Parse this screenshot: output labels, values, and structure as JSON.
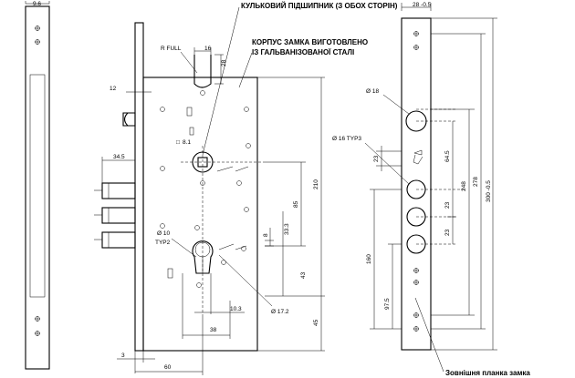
{
  "callouts": {
    "bearing": "КУЛЬКОВИЙ ПІДШИПНИК (З ОБОХ СТОРІН)",
    "housing_line1": "КОРПУС ЗАМКА ВИГОТОВЛЕНО",
    "housing_line2": "ІЗ ГАЛЬВАНІЗОВАНОЇ СТАЛІ",
    "strike": "Зовнішня  планка замка"
  },
  "side_view": {
    "width": "9.6"
  },
  "front_view": {
    "r_full": "R FULL",
    "dim_16": "16",
    "dim_28": "28",
    "dim_12": "12",
    "sq_8": "8.1",
    "dim_34_5": "34.5",
    "dim_210": "210",
    "dim_85": "85",
    "dim_33_3": "33.3",
    "dim_8": "8",
    "dia_10": "Ø 10",
    "typ_2": "TYP2",
    "dim_43": "43",
    "dim_10_3": "10.3",
    "dia_17_2": "Ø 17.2",
    "dim_38": "38",
    "dim_45": "45",
    "dim_3": "3",
    "dim_60": "60"
  },
  "faceplate_view": {
    "width": "28 -0.5",
    "dia_18": "Ø 18",
    "dia_16": "Ø 16 TYP3",
    "dim_23_top": "23",
    "dim_64_5": "64.5",
    "dim_23_a": "23",
    "dim_23_b": "23",
    "dim_248": "248",
    "dim_278": "278",
    "dim_300": "300 -0.5",
    "dim_160": "160",
    "dim_97_5": "97.5"
  }
}
